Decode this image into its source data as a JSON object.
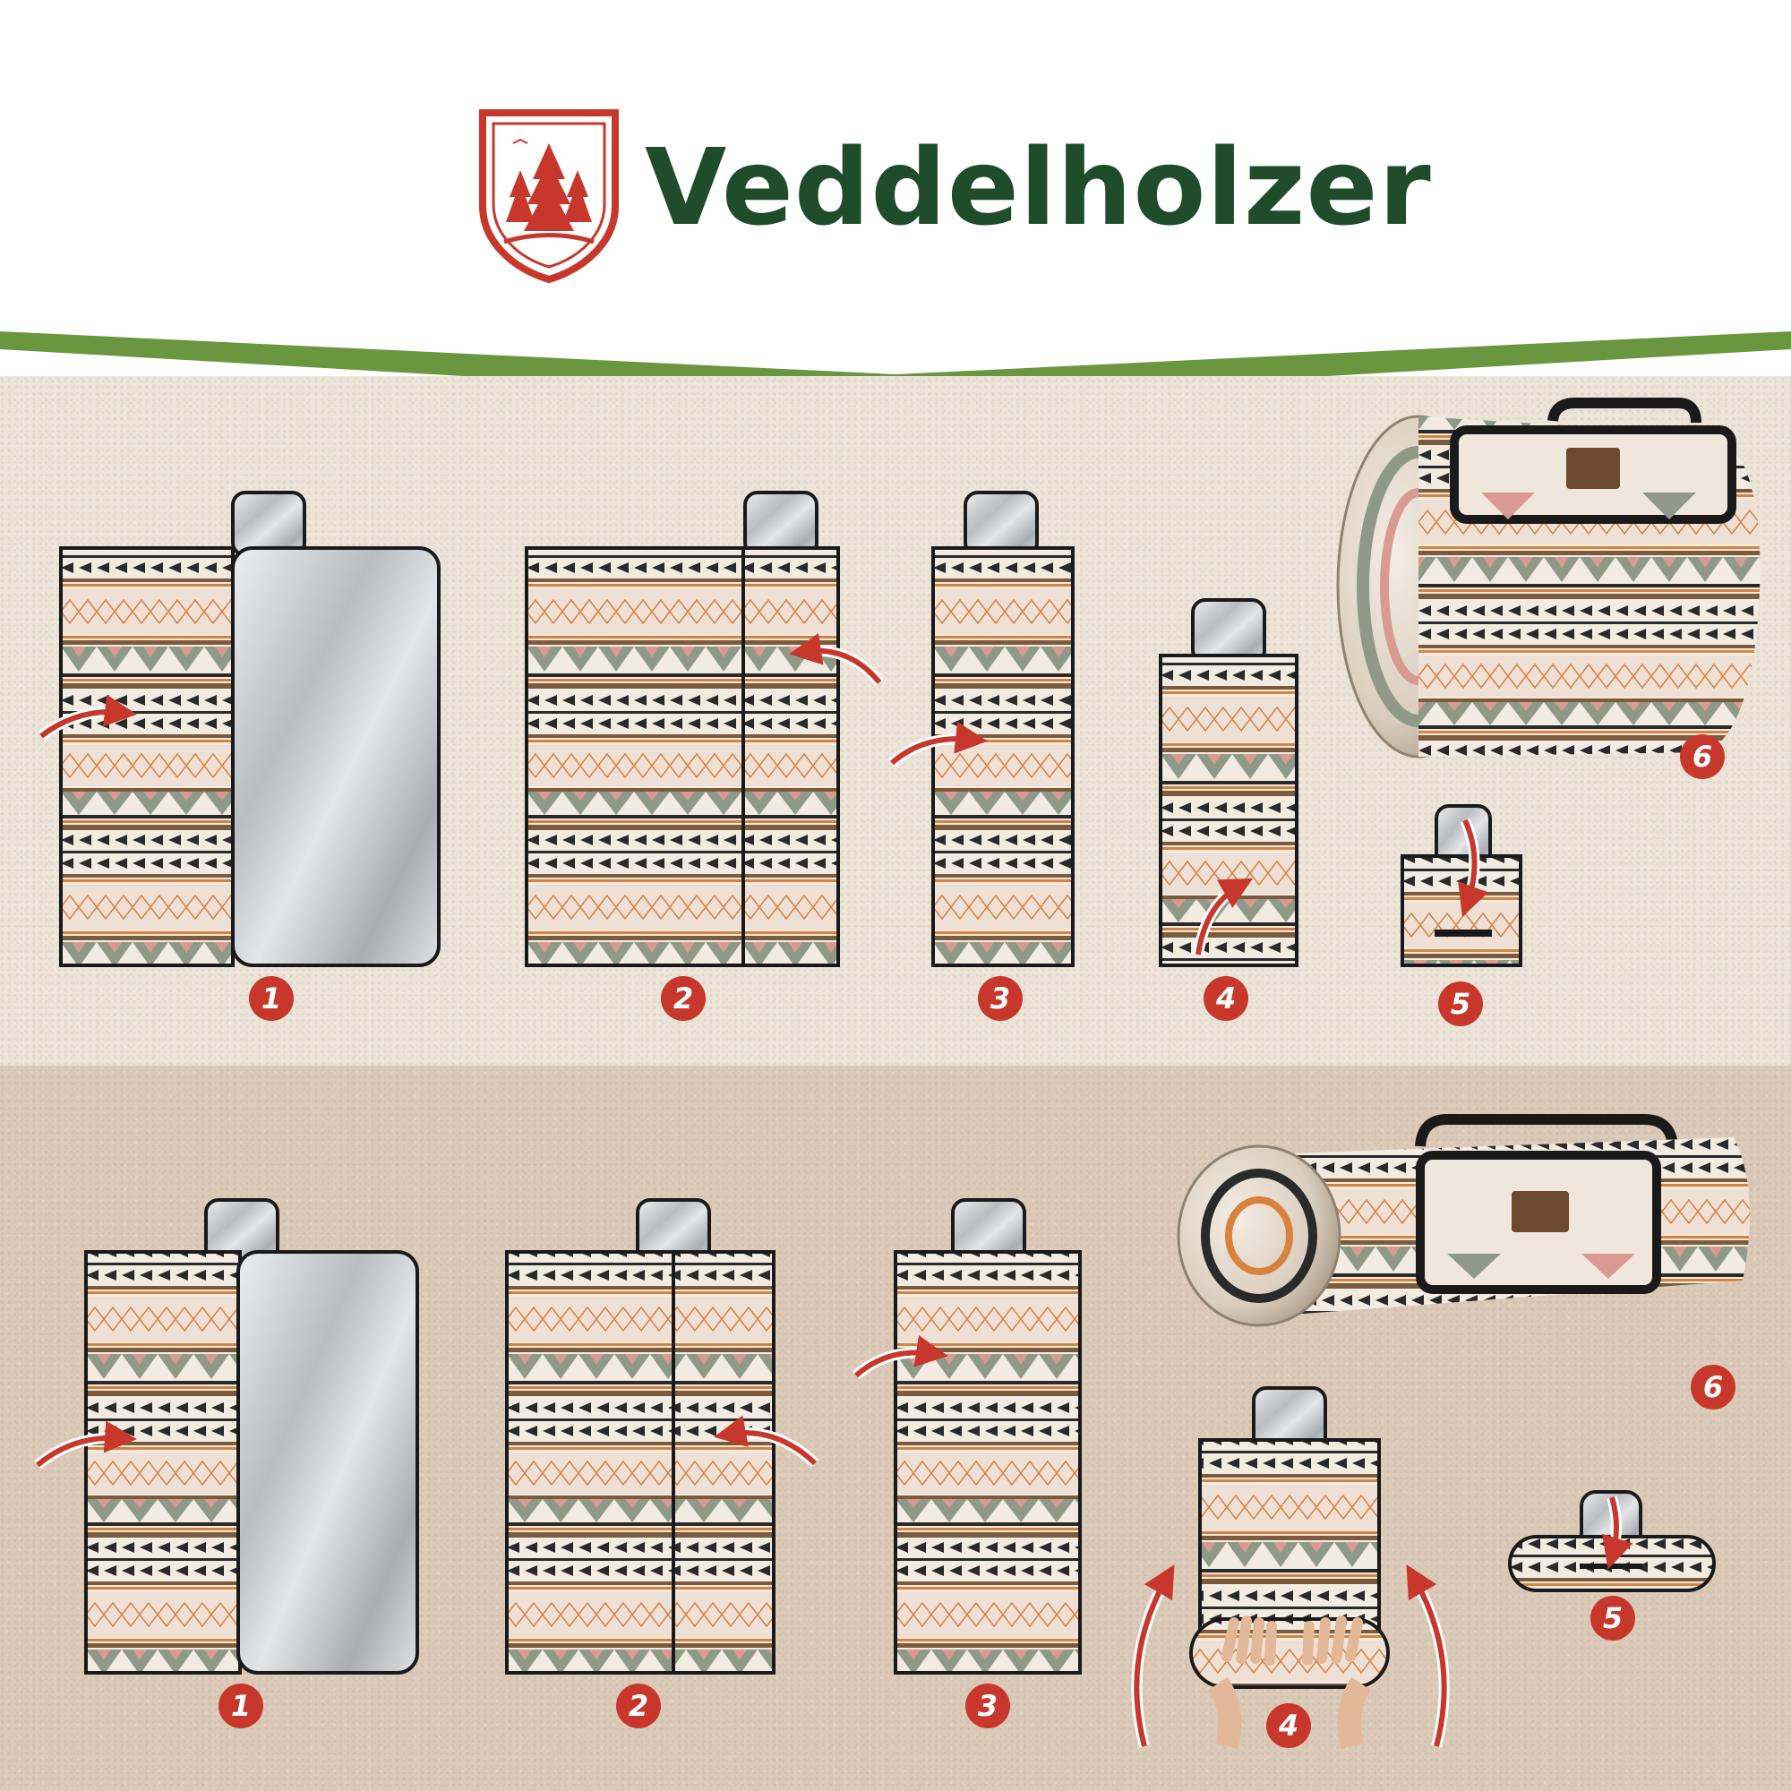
{
  "brand": {
    "name": "Veddelholzer",
    "logo": "crest-with-fir-trees",
    "green": "#1f4d2b",
    "red": "#c8372b",
    "band_green": "#6a963f"
  },
  "instructions": {
    "rolled_folding": {
      "steps": [
        {
          "number": "1",
          "illustration": "fold-left-panel-over",
          "arrow": "curved-right"
        },
        {
          "number": "2",
          "illustration": "fold-right-panel-over",
          "arrow": "curved-left"
        },
        {
          "number": "3",
          "illustration": "fold-again",
          "arrow": "curved-right"
        },
        {
          "number": "4",
          "illustration": "roll-up-from-bottom",
          "arrow": "curved-up"
        },
        {
          "number": "5",
          "illustration": "secure-with-strap",
          "arrow": "curved-down"
        },
        {
          "number": "6",
          "illustration": "rolled-blanket-photo"
        }
      ]
    },
    "flat_folding": {
      "steps": [
        {
          "number": "1",
          "illustration": "fold-left-panel-over",
          "arrow": "curved-right"
        },
        {
          "number": "2",
          "illustration": "fold-right-panel-over",
          "arrow": "curved-left"
        },
        {
          "number": "3",
          "illustration": "fold-again",
          "arrow": "curved-right"
        },
        {
          "number": "4",
          "illustration": "roll-with-hands",
          "arrow": "curved-up-both-sides"
        },
        {
          "number": "5",
          "illustration": "secure-with-strap",
          "arrow": "curved-down"
        },
        {
          "number": "6",
          "illustration": "flat-rolled-blanket-photo"
        }
      ]
    }
  },
  "pattern_colors": {
    "cream": "#f1ebe1",
    "sage": "#8e9a87",
    "pink": "#d99a93",
    "orange": "#d9823f",
    "brown": "#7c5b3c",
    "black": "#2a2a2a",
    "foil": "#c7c9cc",
    "arrow": "#c8372b"
  }
}
